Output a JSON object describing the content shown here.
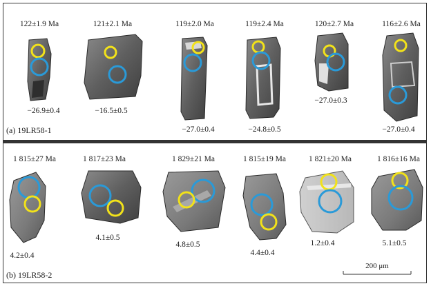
{
  "panel_a": {
    "label": "(a) 19LR58-1",
    "grains": [
      {
        "age": "122±1.9 Ma",
        "value": "−26.9±0.4"
      },
      {
        "age": "121±2.1 Ma",
        "value": "−16.5±0.5"
      },
      {
        "age": "119±2.0 Ma",
        "value": "−27.0±0.4"
      },
      {
        "age": "119±2.4 Ma",
        "value": "−24.8±0.5"
      },
      {
        "age": "120±2.7 Ma",
        "value": "−27.0±0.3"
      },
      {
        "age": "116±2.6 Ma",
        "value": "−27.0±0.4"
      }
    ]
  },
  "panel_b": {
    "label": "(b) 19LR58-2",
    "grains": [
      {
        "age": "1 815±27 Ma",
        "value": "4.2±0.4"
      },
      {
        "age": "1 817±23 Ma",
        "value": "4.1±0.5"
      },
      {
        "age": "1 829±21 Ma",
        "value": "4.8±0.5"
      },
      {
        "age": "1 815±19 Ma",
        "value": "4.4±0.4"
      },
      {
        "age": "1 821±20 Ma",
        "value": "1.2±0.4"
      },
      {
        "age": "1 816±16 Ma",
        "value": "5.1±0.5"
      }
    ]
  },
  "scale_bar": {
    "label": "200 μm"
  },
  "colors": {
    "spot_small": "#f2e21a",
    "spot_large": "#2a9ad8",
    "grain": "#6e6e6e",
    "grain_dark": "#3a3a3a"
  }
}
